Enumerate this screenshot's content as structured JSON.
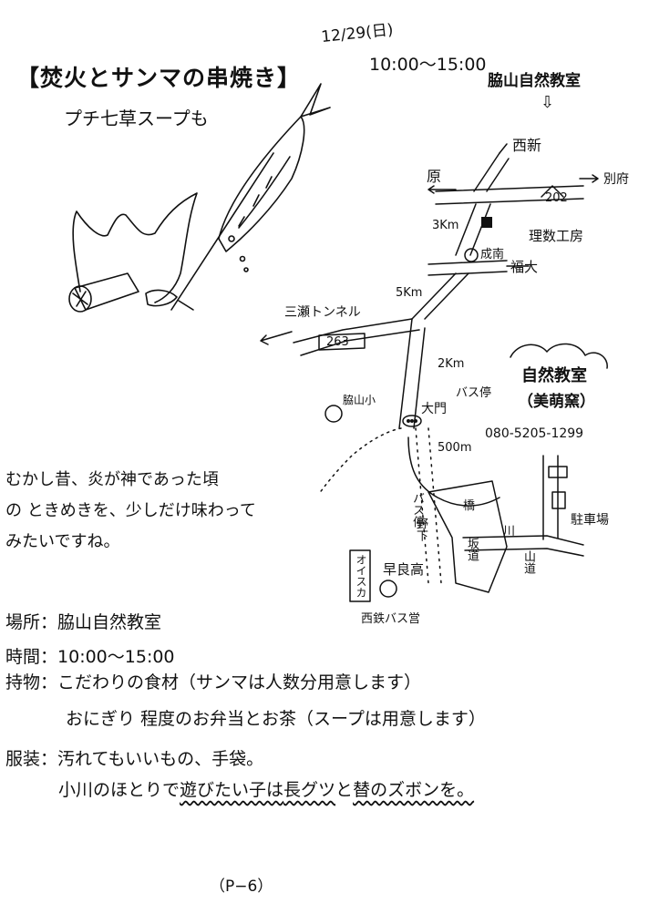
{
  "header": {
    "title": "【焚火とサンマの串焼き】",
    "subtitle": "プチ七草スープも",
    "date": "12/29(日)",
    "time": "10:00〜15:00",
    "destination": "脇山自然教室",
    "destination_arrow": "⇩"
  },
  "intro": [
    "むかし昔、炎が神であった頃",
    "の ときめきを、少しだけ味わって",
    "みたいですね。"
  ],
  "details": {
    "place_label": "場所：",
    "place_value": "脇山自然教室",
    "hours_label": "時間：",
    "hours_value": "10:00〜15:00",
    "items_label": "持物：",
    "items_line1": "こだわりの食材（サンマは人数分用意します）",
    "items_line2": "おにぎり 程度のお弁当とお茶（スープは用意します）",
    "clothes_label": "服装：",
    "clothes_line1": "汚れてもいいもの、手袋。",
    "clothes_line2_a": "小川のほとりで",
    "clothes_line2_b": "遊びたい子は",
    "clothes_line2_c": "長グツ",
    "clothes_line2_d": "と",
    "clothes_line2_e": "替のズボンを。"
  },
  "map": {
    "nishijin": "西新",
    "hara": "原",
    "beppu": "別府",
    "route202": "202",
    "dist3km": "3Km",
    "rikadaigaku": "理数工房",
    "seinan": "成南",
    "fukudai": "福大",
    "dist5km": "5Km",
    "mitsuse_tunnel": "三瀬トンネル",
    "route263": "263",
    "dist2km": "2Km",
    "bus_stop": "バス停",
    "wakiyama_school": "脇山小",
    "omon": "大門",
    "dist500m": "500m",
    "classroom_name": "自然教室",
    "classroom_kana": "（美萌窯）",
    "phone": "080-5205-1299",
    "parking": "駐車場",
    "bus_stop2": "バス停",
    "noshita": "野下",
    "oisuka": "オイスカ",
    "sawara_high": "早良高",
    "nishitetsu_bus": "西鉄バス営",
    "hashi": "橋",
    "kawa": "川",
    "sakamichi": "坂道",
    "yamamichi": "山道"
  },
  "footer": {
    "page": "（P−6）"
  }
}
